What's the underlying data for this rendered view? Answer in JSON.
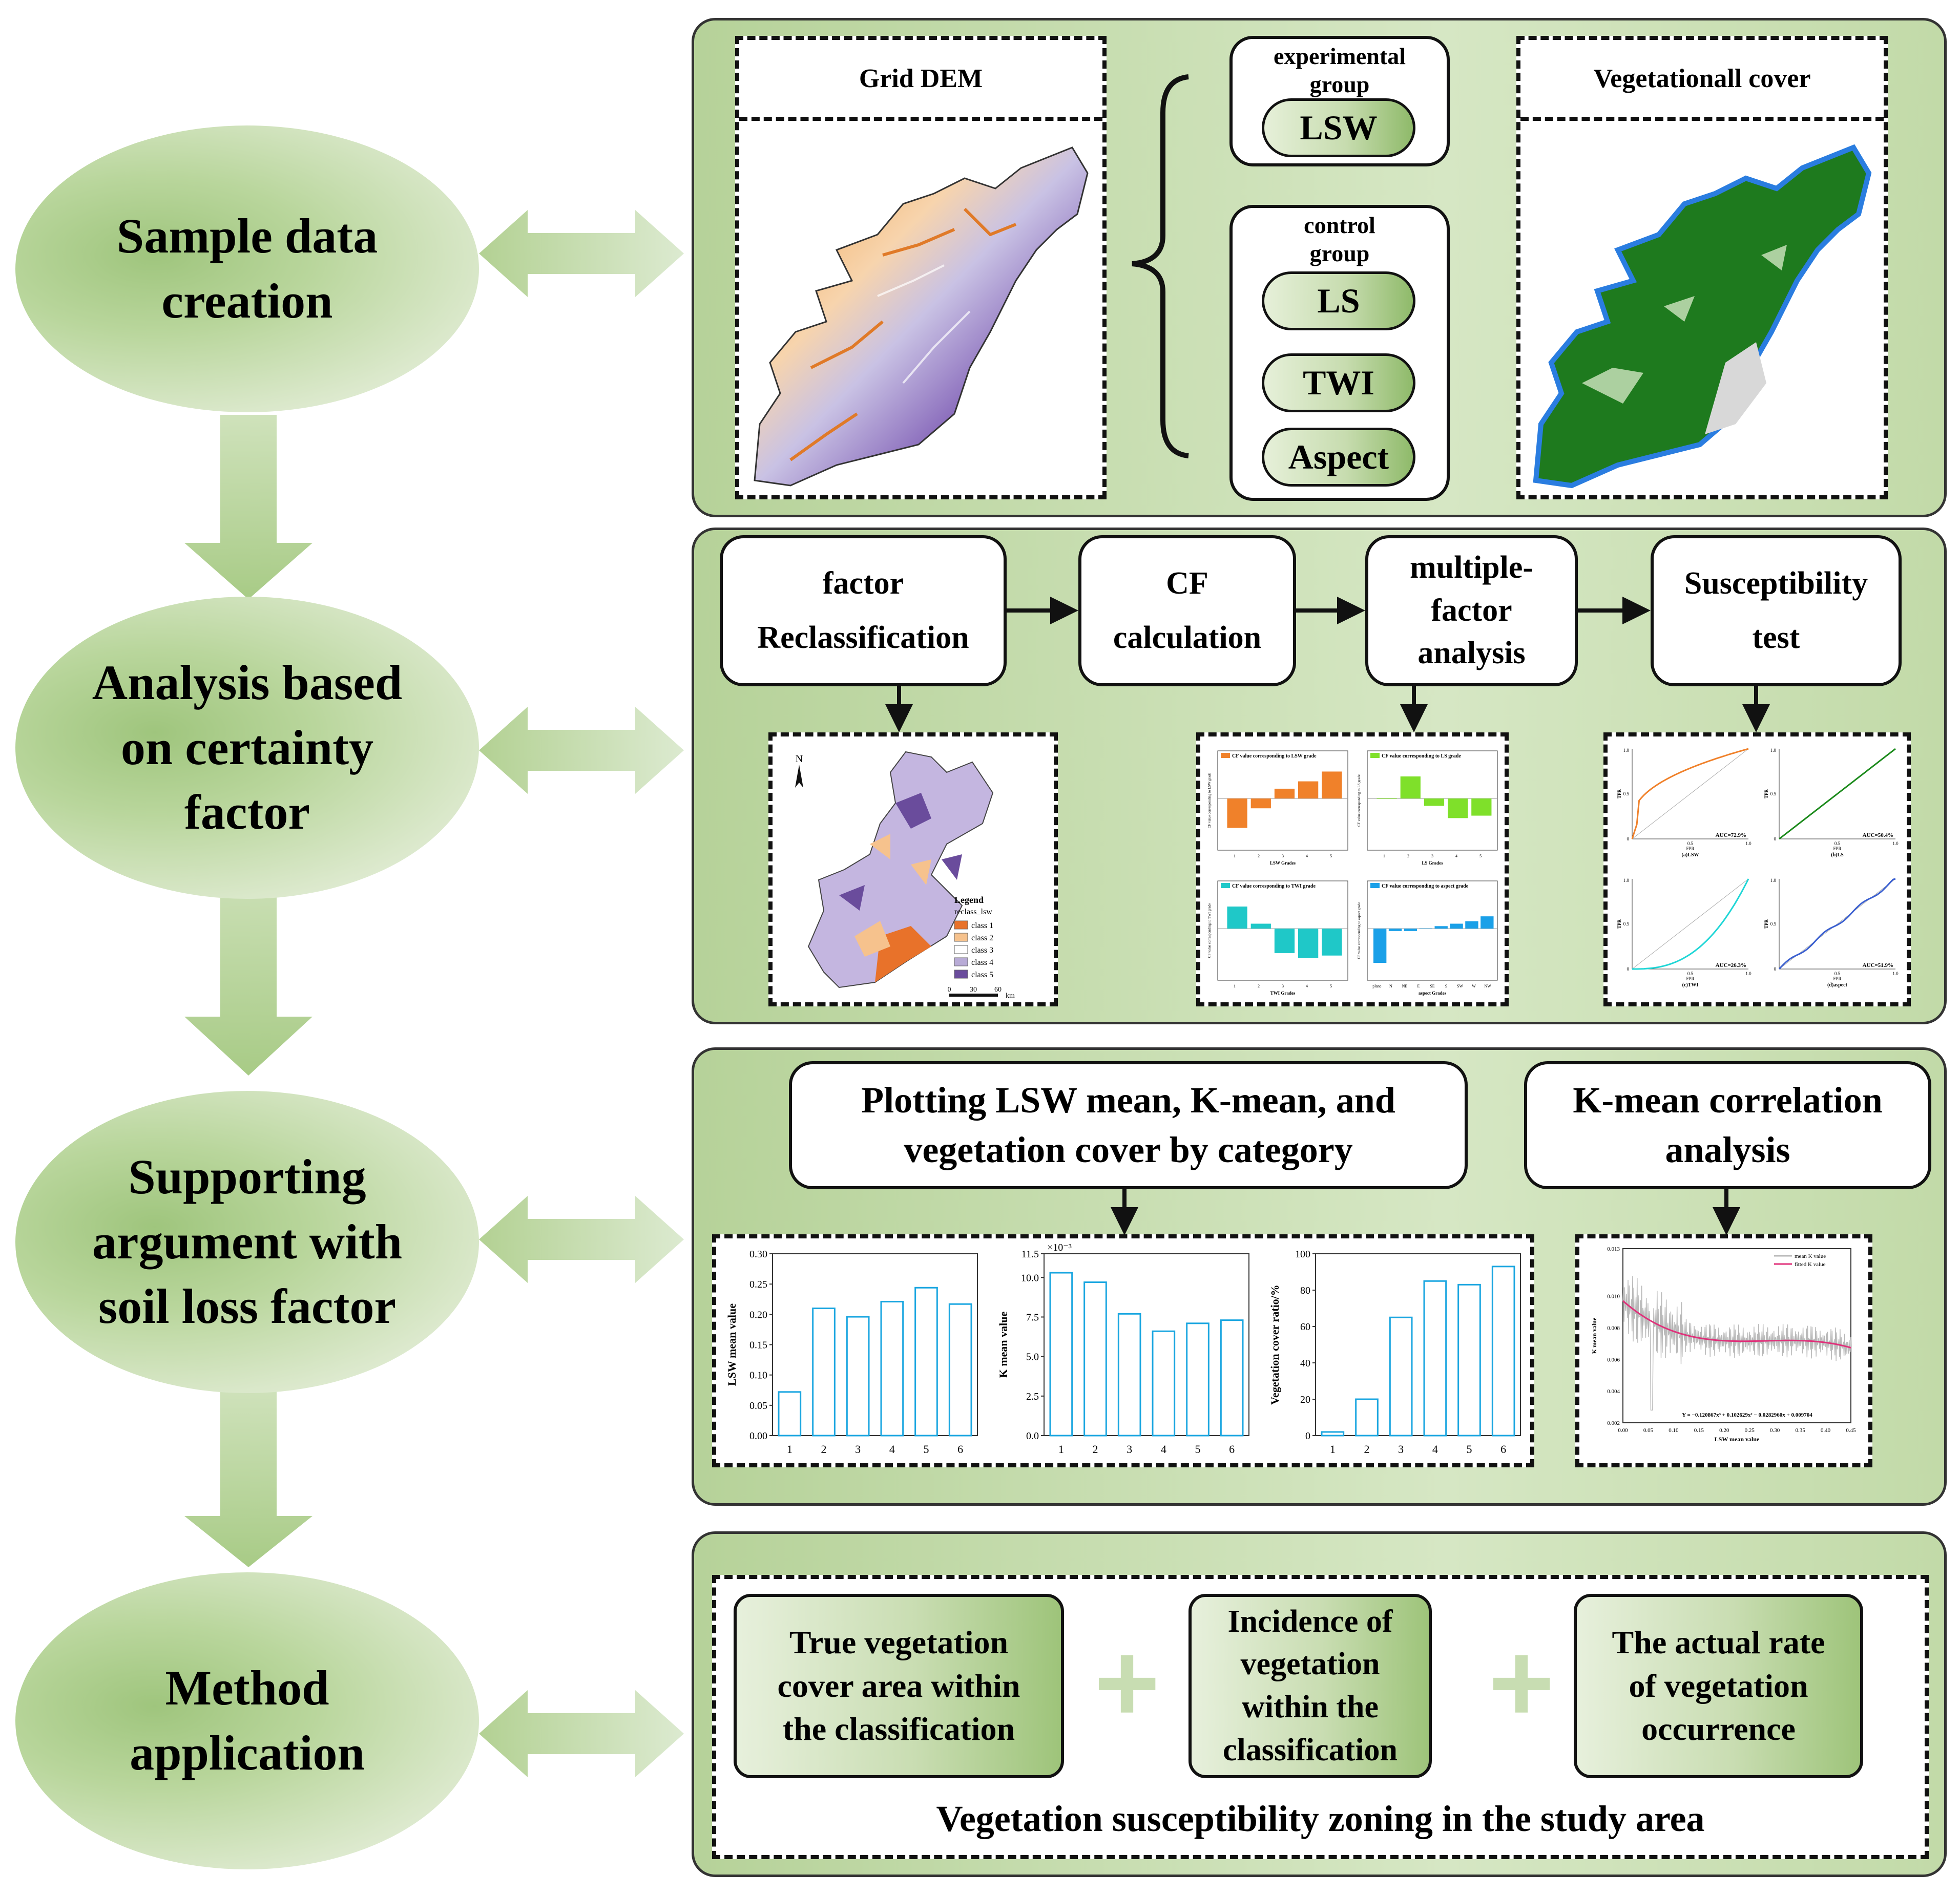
{
  "stages": [
    "Sample data\ncreation",
    "Analysis based\non certainty\nfactor",
    "Supporting\nargument with\nsoil loss factor",
    "Method\napplication"
  ],
  "sample": {
    "dem_title": "Grid DEM",
    "veg_title": "Vegetationall cover",
    "exp_group": "experimental\ngroup",
    "exp_item": "LSW",
    "ctrl_group": "control\ngroup",
    "ctrl_items": [
      "LS",
      "TWI",
      "Aspect"
    ]
  },
  "cf": {
    "steps": [
      "factor\nReclassification",
      "CF\ncalculation",
      "multiple-\nfactor\nanalysis",
      "Susceptibility\ntest"
    ],
    "legend_title": "Legend",
    "legend_sub": "reclass_lsw",
    "legend_items": [
      "class 1",
      "class 2",
      "class 3",
      "class 4",
      "class 5"
    ],
    "legend_colors": [
      "#e8722a",
      "#f6c28d",
      "#ffffff",
      "#b8abd6",
      "#6a4c9c"
    ],
    "scale": [
      "0",
      "30",
      "60"
    ],
    "scale_unit": "km",
    "north": "N",
    "cf_titles": [
      "CF value corresponding to LSW grade",
      "CF value corresponding to LS grade",
      "CF value corresponding to TWI grade",
      "CF value corresponding to aspect grade"
    ],
    "cf_xlabels": [
      "LSW Grades",
      "LS Grades",
      "TWI Grades",
      "aspect Grades"
    ],
    "cf_ylabels": [
      "CF value corresponding to LSW grade",
      "CF value corresponding to LS grade",
      "CF value corresponding to TWI grade",
      "CF value corresponding to aspect grade"
    ],
    "cf_colors": [
      "#f0812a",
      "#7fe02a",
      "#1fc8c8",
      "#1aa0e8"
    ],
    "cf_values": [
      [
        -0.6,
        -0.2,
        0.2,
        0.35,
        0.55
      ],
      [
        0.0,
        0.45,
        -0.15,
        -0.4,
        -0.35
      ],
      [
        0.45,
        0.1,
        -0.5,
        -0.6,
        -0.55
      ],
      [
        -0.7,
        -0.05,
        -0.05,
        0.0,
        0.05,
        0.1,
        0.15,
        0.25
      ]
    ],
    "cf_cats": [
      [
        "1",
        "2",
        "3",
        "4",
        "5"
      ],
      [
        "1",
        "2",
        "3",
        "4",
        "5"
      ],
      [
        "1",
        "2",
        "3",
        "4",
        "5"
      ],
      [
        "plane",
        "N",
        "NE",
        "E",
        "SE",
        "S",
        "SW",
        "W",
        "NW"
      ]
    ],
    "roc_auc": [
      "AUC=72.9%",
      "AUC=50.4%",
      "AUC=26.3%",
      "AUC=51.9%"
    ],
    "roc_names": [
      "(a)LSW",
      "(b)LS",
      "(c)TWI",
      "(d)aspect"
    ],
    "roc_xlabel": "FPR",
    "roc_ylabel": "TPR",
    "roc_colors": [
      "#f0812a",
      "#1b8a1b",
      "#1fd6d6",
      "#3a5fd0"
    ]
  },
  "soil": {
    "box1": "Plotting LSW mean, K-mean, and\nvegetation cover by category",
    "box2": "K-mean correlation\nanalysis"
  },
  "chart_data": [
    {
      "type": "bar",
      "categories": [
        "1",
        "2",
        "3",
        "4",
        "5",
        "6"
      ],
      "values": [
        0.072,
        0.21,
        0.196,
        0.221,
        0.244,
        0.217
      ],
      "xlabel": "",
      "ylabel": "LSW mean value",
      "ylim": [
        0,
        0.3
      ],
      "yticks": [
        "0.00",
        "0.05",
        "0.10",
        "0.15",
        "0.20",
        "0.25",
        "0.30"
      ]
    },
    {
      "type": "bar",
      "categories": [
        "1",
        "2",
        "3",
        "4",
        "5",
        "6"
      ],
      "values": [
        10.3,
        9.7,
        7.7,
        6.6,
        7.1,
        7.3
      ],
      "xlabel": "",
      "ylabel": "K mean value",
      "ylim": [
        0,
        11.5
      ],
      "multiplier": "×10⁻³",
      "yticks": [
        "0.0",
        "2.5",
        "5.0",
        "7.5",
        "10.0",
        "11.5"
      ]
    },
    {
      "type": "bar",
      "categories": [
        "1",
        "2",
        "3",
        "4",
        "5",
        "6"
      ],
      "values": [
        2,
        20,
        65,
        85,
        83,
        93
      ],
      "xlabel": "",
      "ylabel": "Vegetation cover ratio/%",
      "ylim": [
        0,
        100
      ],
      "yticks": [
        "0",
        "20",
        "40",
        "60",
        "80",
        "100"
      ]
    },
    {
      "type": "line",
      "xlabel": "LSW mean value",
      "ylabel": "K mean value",
      "xlim": [
        0,
        0.45
      ],
      "ylim": [
        0.002,
        0.013
      ],
      "xticks": [
        "0.00",
        "0.05",
        "0.10",
        "0.15",
        "0.20",
        "0.25",
        "0.30",
        "0.35",
        "0.40",
        "0.45"
      ],
      "yticks": [
        "0.002",
        "0.004",
        "0.006",
        "0.008",
        "0.010",
        "0.013"
      ],
      "series": [
        {
          "name": "mean K value"
        },
        {
          "name": "fitted K value"
        }
      ],
      "equation": "Y = −0.120867x³ + 0.102629x² − 0.0282960x + 0.009704",
      "fit_coeffs": [
        -0.120867,
        0.102629,
        -0.028296,
        0.009704
      ]
    }
  ],
  "method": {
    "items": [
      "True vegetation\ncover area within\nthe classification",
      "Incidence of\nvegetation\nwithin the\nclassification",
      "The actual rate\nof vegetation\noccurrence"
    ],
    "plus": "+",
    "footer": "Vegetation susceptibility zoning in the study area"
  }
}
